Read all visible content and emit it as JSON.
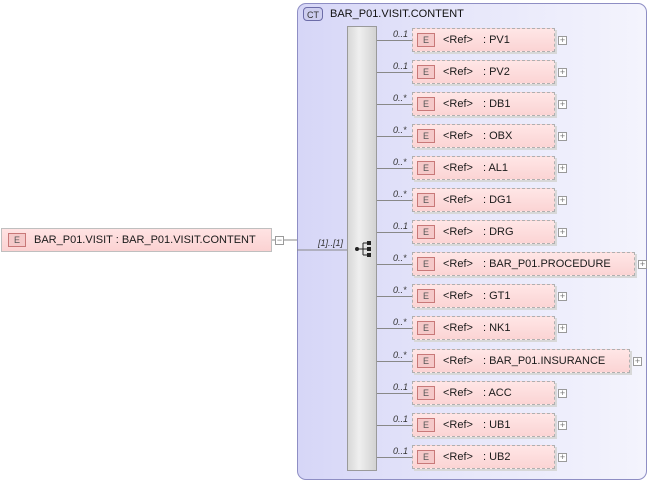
{
  "complex_type": {
    "tag": "CT",
    "name": "BAR_P01.VISIT.CONTENT"
  },
  "root": {
    "icon": "E",
    "label": "BAR_P01.VISIT : BAR_P01.VISIT.CONTENT"
  },
  "sequence": {
    "cardinality": "[1]..[1]"
  },
  "children": [
    {
      "icon": "E",
      "ref": "<Ref>",
      "name": ": PV1",
      "card": "0..1"
    },
    {
      "icon": "E",
      "ref": "<Ref>",
      "name": ": PV2",
      "card": "0..1"
    },
    {
      "icon": "E",
      "ref": "<Ref>",
      "name": ": DB1",
      "card": "0..*"
    },
    {
      "icon": "E",
      "ref": "<Ref>",
      "name": ": OBX",
      "card": "0..*"
    },
    {
      "icon": "E",
      "ref": "<Ref>",
      "name": ": AL1",
      "card": "0..*"
    },
    {
      "icon": "E",
      "ref": "<Ref>",
      "name": ": DG1",
      "card": "0..*"
    },
    {
      "icon": "E",
      "ref": "<Ref>",
      "name": ": DRG",
      "card": "0..1"
    },
    {
      "icon": "E",
      "ref": "<Ref>",
      "name": ": BAR_P01.PROCEDURE",
      "card": "0..*"
    },
    {
      "icon": "E",
      "ref": "<Ref>",
      "name": ": GT1",
      "card": "0..*"
    },
    {
      "icon": "E",
      "ref": "<Ref>",
      "name": ": NK1",
      "card": "0..*"
    },
    {
      "icon": "E",
      "ref": "<Ref>",
      "name": ": BAR_P01.INSURANCE",
      "card": "0..*"
    },
    {
      "icon": "E",
      "ref": "<Ref>",
      "name": ": ACC",
      "card": "0..1"
    },
    {
      "icon": "E",
      "ref": "<Ref>",
      "name": ": UB1",
      "card": "0..1"
    },
    {
      "icon": "E",
      "ref": "<Ref>",
      "name": ": UB2",
      "card": "0..1"
    }
  ]
}
